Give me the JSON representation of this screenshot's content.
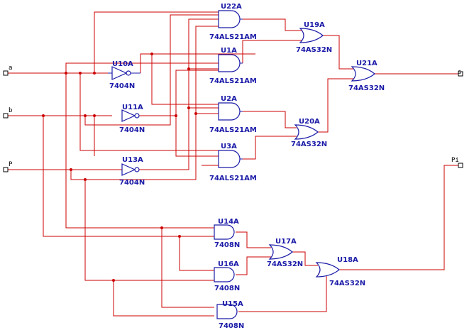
{
  "colors": {
    "wire": "#cc0000",
    "component": "#1a1aa8",
    "port": "#000000"
  },
  "inputs": {
    "a": "a",
    "b": "b",
    "p": "P"
  },
  "outputs": {
    "s": "s",
    "pi": "Pi"
  },
  "gates": {
    "U22A": {
      "ref": "U22A",
      "part": "74ALS21AM"
    },
    "U1A": {
      "ref": "U1A",
      "part": "74ALS21AM"
    },
    "U2A": {
      "ref": "U2A",
      "part": "74ALS21AM"
    },
    "U3A": {
      "ref": "U3A",
      "part": "74ALS21AM"
    },
    "U10A": {
      "ref": "U10A",
      "part": "7404N"
    },
    "U11A": {
      "ref": "U11A",
      "part": "7404N"
    },
    "U13A": {
      "ref": "U13A",
      "part": "7404N"
    },
    "U19A": {
      "ref": "U19A",
      "part": "74AS32N"
    },
    "U20A": {
      "ref": "U20A",
      "part": "74AS32N"
    },
    "U21A": {
      "ref": "U21A",
      "part": "74AS32N"
    },
    "U14A": {
      "ref": "U14A",
      "part": "7408N"
    },
    "U16A": {
      "ref": "U16A",
      "part": "7408N"
    },
    "U15A": {
      "ref": "U15A",
      "part": "7408N"
    },
    "U17A": {
      "ref": "U17A",
      "part": "74AS32N"
    },
    "U18A": {
      "ref": "U18A",
      "part": "74AS32N"
    }
  }
}
